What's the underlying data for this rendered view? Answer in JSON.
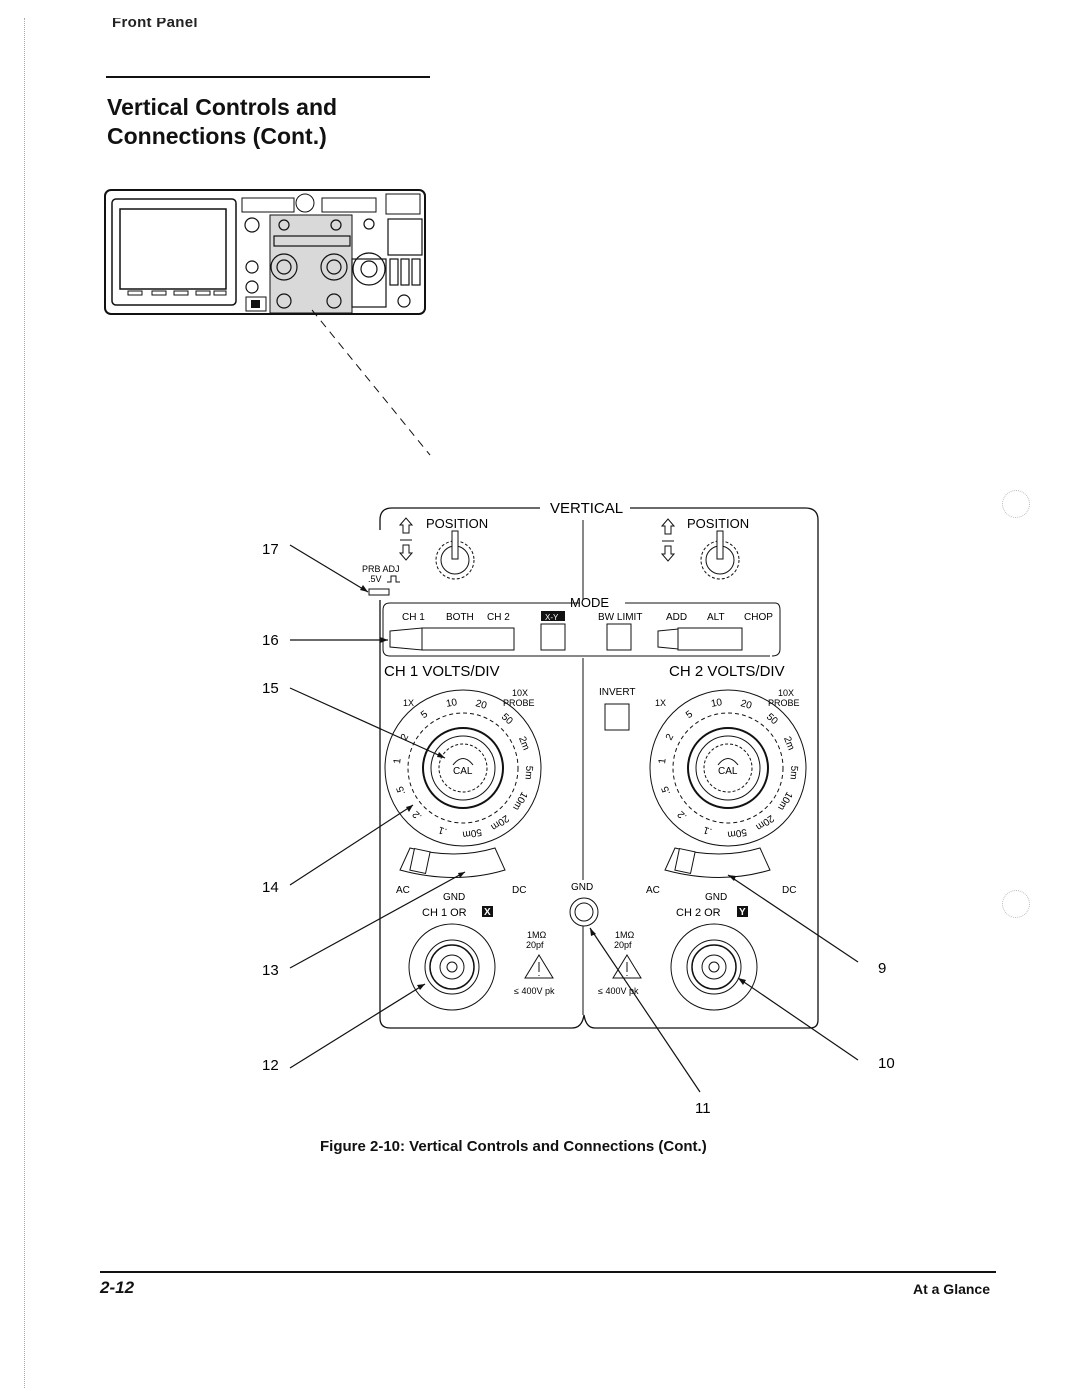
{
  "page": {
    "running_head": "Front Panel",
    "section_title_line1": "Vertical Controls and",
    "section_title_line2": "Connections (Cont.)",
    "page_number": "2-12",
    "chapter": "At a Glance"
  },
  "figure": {
    "caption": "Figure 2-10:  Vertical Controls and Connections (Cont.)",
    "panel": {
      "title": "VERTICAL",
      "ch1_position_label": "POSITION",
      "ch2_position_label": "POSITION",
      "prb_adj_label": "PRB ADJ",
      "prb_adj_value": ".5V",
      "mode": {
        "label": "MODE",
        "ch_select_options": [
          "CH 1",
          "BOTH",
          "CH 2"
        ],
        "xy_label": "X-Y",
        "bw_limit_label": "BW LIMIT",
        "combine_options": [
          "ADD",
          "ALT",
          "CHOP"
        ]
      },
      "ch1_volts_div_label": "CH 1 VOLTS/DIV",
      "ch2_volts_div_label": "CH 2 VOLTS/DIV",
      "invert_label": "INVERT",
      "probe_1x_label": "1X",
      "probe_10x_label_line1": "10X",
      "probe_10x_label_line2": "PROBE",
      "cal_label": "CAL",
      "volts_div_scale": [
        "2",
        "5",
        "10",
        "20",
        "50",
        "2m",
        "5m",
        "10m",
        "20m",
        "50m",
        ".1",
        ".2",
        ".5",
        "1"
      ],
      "coupling_options": [
        "AC",
        "GND",
        "DC"
      ],
      "gnd_jack_label": "GND",
      "ch1_input_label": "CH 1  OR",
      "ch1_input_badge": "X",
      "ch2_input_label": "CH 2  OR",
      "ch2_input_badge": "Y",
      "input_impedance": "1MΩ",
      "input_capacitance": "20pf",
      "max_voltage": "≤ 400V pk"
    },
    "callouts": [
      "17",
      "16",
      "15",
      "14",
      "13",
      "12",
      "11",
      "10",
      "9"
    ]
  }
}
